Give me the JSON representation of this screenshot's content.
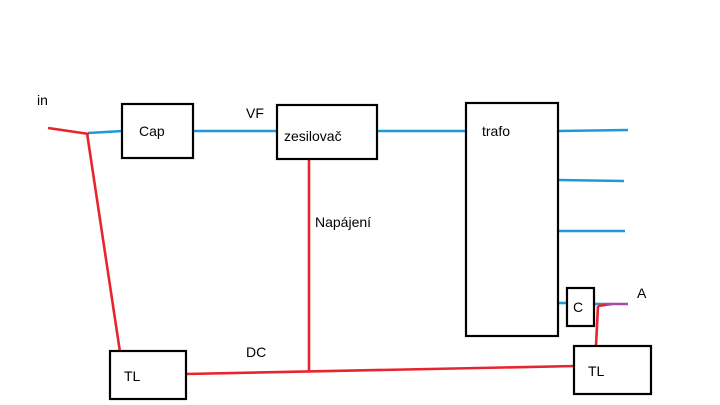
{
  "colors": {
    "signal_wire": "#1e9bd7",
    "power_wire": "#e8242c",
    "antenna_wire": "#a64ca6",
    "box_stroke": "#000000",
    "text": "#000000"
  },
  "labels": {
    "input": "in",
    "vf": "VF",
    "power": "Napájení",
    "dc": "DC",
    "antenna": "A"
  },
  "blocks": {
    "cap": "Cap",
    "amplifier": "zesilovač",
    "transformer": "trafo",
    "capacitor": "C",
    "tl_left": "TL",
    "tl_right": "TL"
  }
}
